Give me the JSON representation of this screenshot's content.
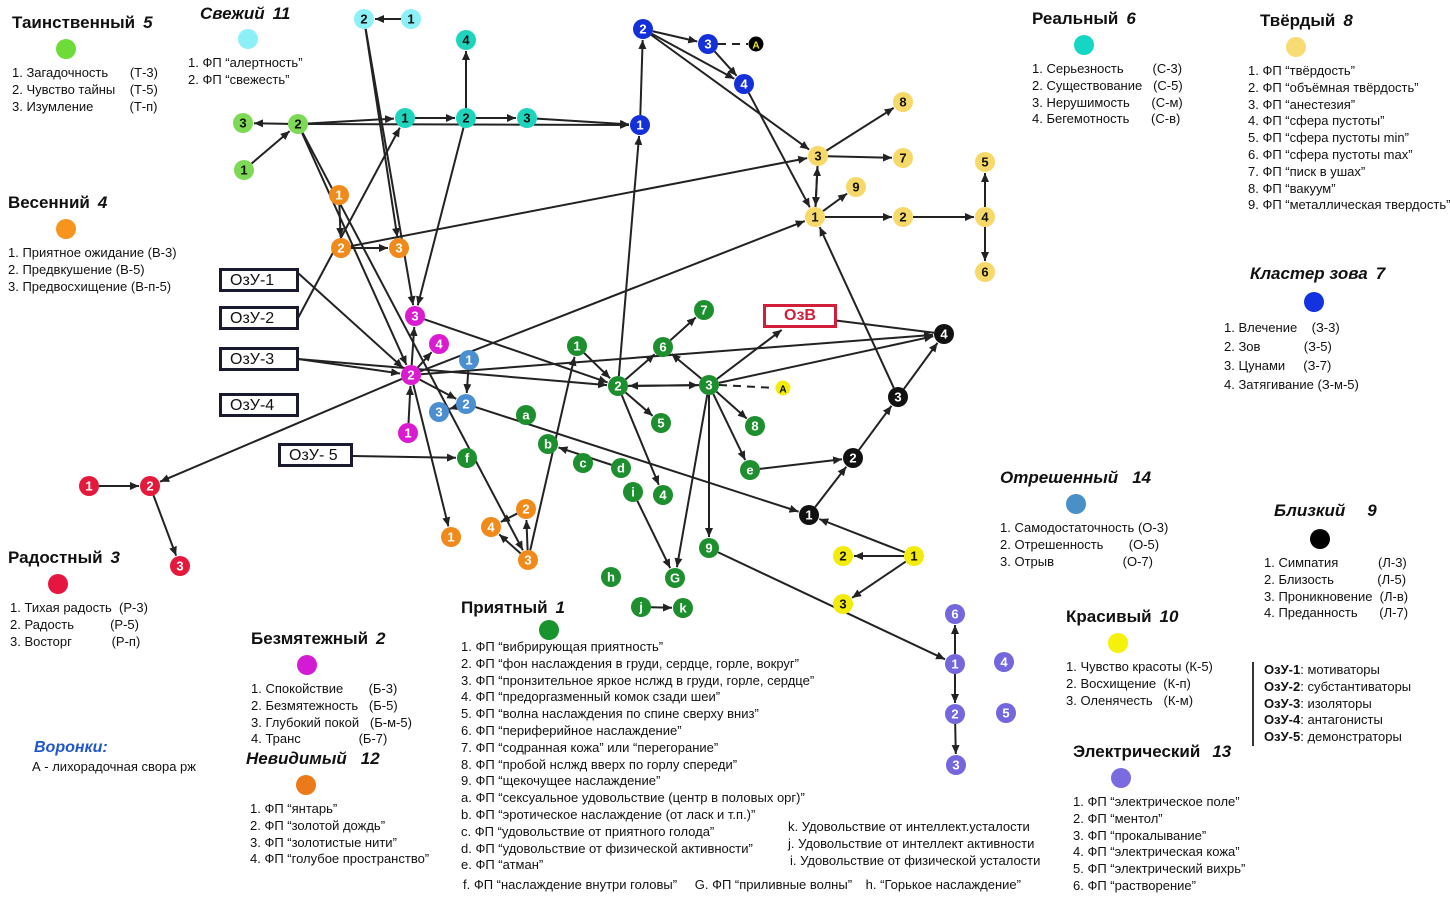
{
  "legends": {
    "mysterious": {
      "title": "Таинственный",
      "number": "5",
      "color": "#6ddc39",
      "items": [
        "1. Загадочность      (Т-3)",
        "2. Чувство тайны    (Т-5)",
        "3. Изумление          (Т-п)"
      ]
    },
    "fresh": {
      "title": "Свежий",
      "number": "11",
      "color": "#8ef0f7",
      "items": [
        "1. ФП “алертность”",
        "2. ФП “свежесть”"
      ]
    },
    "real": {
      "title": "Реальный",
      "number": "6",
      "color": "#15d6c2",
      "items": [
        "1. Серьезность        (С-3)",
        "2. Существование   (С-5)",
        "3. Нерушимость      (С-м)",
        "4. Бегемотность      (С-в)"
      ]
    },
    "solid": {
      "title": "Твёрдый",
      "number": "8",
      "color": "#f6dc72",
      "items": [
        "1. ФП “твёрдость”",
        "2. ФП “объёмная твёрдость”",
        "3. ФП “анестезия”",
        "4. ФП “сфера пустоты”",
        "5. ФП “сфера пустоты min”",
        "6. ФП “сфера пустоты max”",
        "7. ФП “писк в ушах”",
        "8. ФП “вакуум”",
        "9. ФП “металлическая твердость”"
      ]
    },
    "spring": {
      "title": "Весенний",
      "number": "4",
      "color": "#f7941d",
      "items": [
        "1. Приятное ожидание (В-3)",
        "2. Предвкушение (В-5)",
        "3. Предвосхищение (В-п-5)"
      ]
    },
    "call_cluster": {
      "title": "Кластер зова",
      "number": "7",
      "color": "#1433e0",
      "items": [
        "1. Влечение    (З-3)",
        "2. Зов            (З-5)",
        "3. Цунами     (З-7)",
        "4. Затягивание (З-м-5)"
      ]
    },
    "joyful": {
      "title": "Радостный",
      "number": "3",
      "color": "#e5173f",
      "items": [
        "1. Тихая радость  (Р-3)",
        "2. Радость          (Р-5)",
        "3. Восторг           (Р-п)"
      ]
    },
    "detached": {
      "title": "Отрешенный",
      "number": "14",
      "color": "#4a90c8",
      "items": [
        "1. Самодостаточность (О-3)",
        "2. Отрешенность       (О-5)",
        "3. Отрыв                   (О-7)"
      ]
    },
    "close": {
      "title": "Близкий",
      "number": "9",
      "color": "#000000",
      "items": [
        "1. Симпатия           (Л-3)",
        "2. Близость            (Л-5)",
        "3. Проникновение  (Л-в)",
        "4. Преданность      (Л-7)"
      ]
    },
    "serene": {
      "title": "Безмятежный",
      "number": "2",
      "color": "#d31bd6",
      "items": [
        "1. Спокойствие       (Б-3)",
        "2. Безмятежность   (Б-5)",
        "3. Глубокий покой   (Б-м-5)",
        "4. Транс                (Б-7)"
      ]
    },
    "pleasant": {
      "title": "Приятный",
      "number": "1",
      "color": "#18942d",
      "items": [
        "1. ФП “вибрирующая приятность”",
        "2. ФП “фон наслаждения в груди, сердце, горле, вокруг”",
        "3. ФП “пронзительное яркое нслжд в груди, горле, сердце”",
        "4. ФП “предоргазменный комок сзади шеи”",
        "5. ФП “волна наслаждения по спине сверху вниз”",
        "6. ФП “периферийное наслаждение”",
        "7. ФП “содранная кожа” или “перегорание”",
        "8. ФП “пробой нслжд вверх по горлу спереди”",
        "9. ФП “щекочущее наслаждение”",
        "a. ФП “сексуальное удовольствие (центр в половых орг)”",
        "b. ФП “эротическое наслаждение (от ласк и т.п.)”",
        "c. ФП “удовольствие от приятного голода”",
        "d. ФП “удовольствие от физической активности”",
        "e. ФП “атман”"
      ]
    },
    "beautiful": {
      "title": "Красивый",
      "number": "10",
      "color": "#f5f10b",
      "items": [
        "1. Чувство красоты (К-5)",
        "2. Восхищение  (К-п)",
        "3. Оленячесть   (К-м)"
      ]
    },
    "invisible": {
      "title": "Невидимый",
      "number": "12",
      "color": "#ec7a1a",
      "items": [
        "1. ФП “янтарь”",
        "2. ФП “золотой дождь”",
        "3. ФП “золотистые нити”",
        "4. ФП “голубое пространство”"
      ]
    },
    "electric": {
      "title": "Электрический",
      "number": "13",
      "color": "#7b6be0",
      "items": [
        "1. ФП “электрическое поле”",
        "2. ФП “ментол”",
        "3. ФП “прокалывание”",
        "4. ФП “электрическая кожа”",
        "5. ФП “электрический вихрь”",
        "6. ФП “растворение”"
      ]
    }
  },
  "pleasant_extra": {
    "k": "k. Удовольствие от интеллект.усталости",
    "j": "j. Удовольствие от интеллект активности",
    "i": "i. Удовольствие от физической усталости",
    "f": "f. ФП “наслаждение внутри головы”",
    "G": "G. ФП “приливные волны”",
    "h": "h. “Горькое наслаждение”"
  },
  "ozu_boxes": [
    "ОзУ-1",
    "ОзУ-2",
    "ОзУ-3",
    "ОзУ-4",
    "ОзУ- 5"
  ],
  "ozv_box": "ОзВ",
  "ozu_legend": [
    {
      "key": "ОзУ-1",
      "value": ": мотиваторы"
    },
    {
      "key": "ОзУ-2",
      "value": ": субстантиваторы"
    },
    {
      "key": "ОзУ-3",
      "value": ": изоляторы"
    },
    {
      "key": "ОзУ-4",
      "value": ": антагонисты"
    },
    {
      "key": "ОзУ-5",
      "value": ": демонстраторы"
    }
  ],
  "funnels": {
    "title": "Воронки:",
    "item": "А - лихорадочная свора рж"
  },
  "node_colors": {
    "green": "#1d8f2e",
    "lime": "#7ed957",
    "cyan": "#8cf1f7",
    "teal": "#1ed4bd",
    "blue": "#1430d8",
    "yellow": "#f6d969",
    "orange": "#f08a1a",
    "magenta": "#d91ccf",
    "steel": "#4b8fd0",
    "red": "#e41a3c",
    "black": "#000000",
    "brightyellow": "#f2ec0c",
    "violet": "#7466dc",
    "cluster_black": "#111111"
  },
  "nodes": [
    {
      "id": "gl1",
      "label": "1",
      "color": "lime"
    },
    {
      "id": "gl2",
      "label": "2",
      "color": "lime"
    },
    {
      "id": "gl3",
      "label": "3",
      "color": "lime"
    },
    {
      "id": "c1",
      "label": "1",
      "color": "cyan"
    },
    {
      "id": "c2",
      "label": "2",
      "color": "cyan"
    },
    {
      "id": "t1",
      "label": "1",
      "color": "teal"
    },
    {
      "id": "t2",
      "label": "2",
      "color": "teal"
    },
    {
      "id": "t3",
      "label": "3",
      "color": "teal"
    },
    {
      "id": "t4",
      "label": "4",
      "color": "teal"
    },
    {
      "id": "b1",
      "label": "1",
      "color": "blue"
    },
    {
      "id": "b2",
      "label": "2",
      "color": "blue"
    },
    {
      "id": "b3",
      "label": "3",
      "color": "blue"
    },
    {
      "id": "b4",
      "label": "4",
      "color": "blue"
    },
    {
      "id": "bA",
      "label": "A",
      "color": "black"
    },
    {
      "id": "y1",
      "label": "1",
      "color": "yellow"
    },
    {
      "id": "y2",
      "label": "2",
      "color": "yellow"
    },
    {
      "id": "y3",
      "label": "3",
      "color": "yellow"
    },
    {
      "id": "y4",
      "label": "4",
      "color": "yellow"
    },
    {
      "id": "y5",
      "label": "5",
      "color": "yellow"
    },
    {
      "id": "y6",
      "label": "6",
      "color": "yellow"
    },
    {
      "id": "y7",
      "label": "7",
      "color": "yellow"
    },
    {
      "id": "y8",
      "label": "8",
      "color": "yellow"
    },
    {
      "id": "y9",
      "label": "9",
      "color": "yellow"
    },
    {
      "id": "o1",
      "label": "1",
      "color": "orange"
    },
    {
      "id": "o2",
      "label": "2",
      "color": "orange"
    },
    {
      "id": "o3",
      "label": "3",
      "color": "orange"
    },
    {
      "id": "m1",
      "label": "1",
      "color": "magenta"
    },
    {
      "id": "m2",
      "label": "2",
      "color": "magenta"
    },
    {
      "id": "m3",
      "label": "3",
      "color": "magenta"
    },
    {
      "id": "m4",
      "label": "4",
      "color": "magenta"
    },
    {
      "id": "s1",
      "label": "1",
      "color": "steel"
    },
    {
      "id": "s2",
      "label": "2",
      "color": "steel"
    },
    {
      "id": "s3",
      "label": "3",
      "color": "steel"
    },
    {
      "id": "r1",
      "label": "1",
      "color": "red"
    },
    {
      "id": "r2",
      "label": "2",
      "color": "red"
    },
    {
      "id": "r3",
      "label": "3",
      "color": "red"
    },
    {
      "id": "n1",
      "label": "1",
      "color": "orange"
    },
    {
      "id": "n2",
      "label": "2",
      "color": "orange"
    },
    {
      "id": "n3",
      "label": "3",
      "color": "orange"
    },
    {
      "id": "n4",
      "label": "4",
      "color": "orange"
    },
    {
      "id": "p1",
      "label": "1",
      "color": "green"
    },
    {
      "id": "p2",
      "label": "2",
      "color": "green"
    },
    {
      "id": "p3",
      "label": "3",
      "color": "green"
    },
    {
      "id": "p4",
      "label": "4",
      "color": "green"
    },
    {
      "id": "p5",
      "label": "5",
      "color": "green"
    },
    {
      "id": "p6",
      "label": "6",
      "color": "green"
    },
    {
      "id": "p7",
      "label": "7",
      "color": "green"
    },
    {
      "id": "p8",
      "label": "8",
      "color": "green"
    },
    {
      "id": "p9",
      "label": "9",
      "color": "green"
    },
    {
      "id": "pa",
      "label": "a",
      "color": "green"
    },
    {
      "id": "pb",
      "label": "b",
      "color": "green"
    },
    {
      "id": "pc",
      "label": "c",
      "color": "green"
    },
    {
      "id": "pd",
      "label": "d",
      "color": "green"
    },
    {
      "id": "pe",
      "label": "e",
      "color": "green"
    },
    {
      "id": "pf",
      "label": "f",
      "color": "green"
    },
    {
      "id": "pi",
      "label": "i",
      "color": "green"
    },
    {
      "id": "pG",
      "label": "G",
      "color": "green"
    },
    {
      "id": "ph",
      "label": "h",
      "color": "green"
    },
    {
      "id": "pj",
      "label": "j",
      "color": "green"
    },
    {
      "id": "pk",
      "label": "k",
      "color": "green"
    },
    {
      "id": "pA",
      "label": "A",
      "color": "brightyellow"
    },
    {
      "id": "k1",
      "label": "1",
      "color": "cluster_black"
    },
    {
      "id": "k2",
      "label": "2",
      "color": "cluster_black"
    },
    {
      "id": "k3",
      "label": "3",
      "color": "cluster_black"
    },
    {
      "id": "k4",
      "label": "4",
      "color": "cluster_black"
    },
    {
      "id": "by1",
      "label": "1",
      "color": "brightyellow"
    },
    {
      "id": "by2",
      "label": "2",
      "color": "brightyellow"
    },
    {
      "id": "by3",
      "label": "3",
      "color": "brightyellow"
    },
    {
      "id": "e1",
      "label": "1",
      "color": "violet"
    },
    {
      "id": "e2",
      "label": "2",
      "color": "violet"
    },
    {
      "id": "e3",
      "label": "3",
      "color": "violet"
    },
    {
      "id": "e4",
      "label": "4",
      "color": "violet"
    },
    {
      "id": "e5",
      "label": "5",
      "color": "violet"
    },
    {
      "id": "e6",
      "label": "6",
      "color": "violet"
    }
  ],
  "edges": [
    [
      "gl1",
      "gl2"
    ],
    [
      "gl2",
      "gl3"
    ],
    [
      "gl2",
      "t1"
    ],
    [
      "gl2",
      "b1"
    ],
    [
      "gl2",
      "n3"
    ],
    [
      "gl2",
      "m2"
    ],
    [
      "c1",
      "c2"
    ],
    [
      "c2",
      "m3"
    ],
    [
      "c2",
      "o3"
    ],
    [
      "t1",
      "t2"
    ],
    [
      "t2",
      "t3"
    ],
    [
      "t2",
      "t4"
    ],
    [
      "t3",
      "b1"
    ],
    [
      "t2",
      "m3"
    ],
    [
      "b2",
      "b3"
    ],
    [
      "b2",
      "b4"
    ],
    [
      "b3",
      "b4"
    ],
    [
      "b1",
      "b2"
    ],
    [
      "b2",
      "y3"
    ],
    [
      "b4",
      "y1"
    ],
    [
      "y1",
      "y2"
    ],
    [
      "y2",
      "y4"
    ],
    [
      "y4",
      "y5"
    ],
    [
      "y4",
      "y6"
    ],
    [
      "y1",
      "y3"
    ],
    [
      "y3",
      "y1"
    ],
    [
      "y3",
      "y7"
    ],
    [
      "y3",
      "y8"
    ],
    [
      "y1",
      "y9"
    ],
    [
      "o1",
      "o2"
    ],
    [
      "o2",
      "o3"
    ],
    [
      "o2",
      "y3"
    ],
    [
      "m1",
      "m2"
    ],
    [
      "m2",
      "m4"
    ],
    [
      "m2",
      "m3"
    ],
    [
      "m2",
      "s2"
    ],
    [
      "m2",
      "n1"
    ],
    [
      "m2",
      "r2"
    ],
    [
      "m2",
      "y1"
    ],
    [
      "s1",
      "s2"
    ],
    [
      "s2",
      "s3"
    ],
    [
      "r1",
      "r2"
    ],
    [
      "r2",
      "r3"
    ],
    [
      "n3",
      "n2"
    ],
    [
      "n3",
      "n4"
    ],
    [
      "n2",
      "n4"
    ],
    [
      "p2",
      "p6"
    ],
    [
      "p6",
      "p7"
    ],
    [
      "p2",
      "p3"
    ],
    [
      "p3",
      "p2"
    ],
    [
      "p2",
      "p5"
    ],
    [
      "p3",
      "p6"
    ],
    [
      "p3",
      "p8"
    ],
    [
      "p3",
      "pe"
    ],
    [
      "p3",
      "pG"
    ],
    [
      "p3",
      "p9"
    ],
    [
      "p3",
      "k4"
    ],
    [
      "p1",
      "p2"
    ],
    [
      "p2",
      "p4"
    ],
    [
      "p2",
      "b1"
    ],
    [
      "pd",
      "pb"
    ],
    [
      "pe",
      "k2"
    ],
    [
      "k2",
      "k3"
    ],
    [
      "k3",
      "k4"
    ],
    [
      "k4",
      "OZV"
    ],
    [
      "p3",
      "OZV"
    ],
    [
      "k1",
      "k2"
    ],
    [
      "by1",
      "k1"
    ],
    [
      "by1",
      "by2"
    ],
    [
      "by1",
      "by3"
    ],
    [
      "p9",
      "e1"
    ],
    [
      "e1",
      "e2"
    ],
    [
      "e2",
      "e3"
    ],
    [
      "e1",
      "e6"
    ],
    [
      "pj",
      "pk"
    ],
    [
      "O1",
      "m2"
    ],
    [
      "O2",
      "t1"
    ],
    [
      "O3",
      "m2"
    ],
    [
      "O3",
      "p2"
    ],
    [
      "O5",
      "pf"
    ],
    [
      "k3",
      "y1"
    ],
    [
      "m3",
      "p2"
    ],
    [
      "n3",
      "p1"
    ],
    [
      "m2",
      "k4"
    ],
    [
      "s2",
      "k1"
    ],
    [
      "pi",
      "pG"
    ]
  ]
}
